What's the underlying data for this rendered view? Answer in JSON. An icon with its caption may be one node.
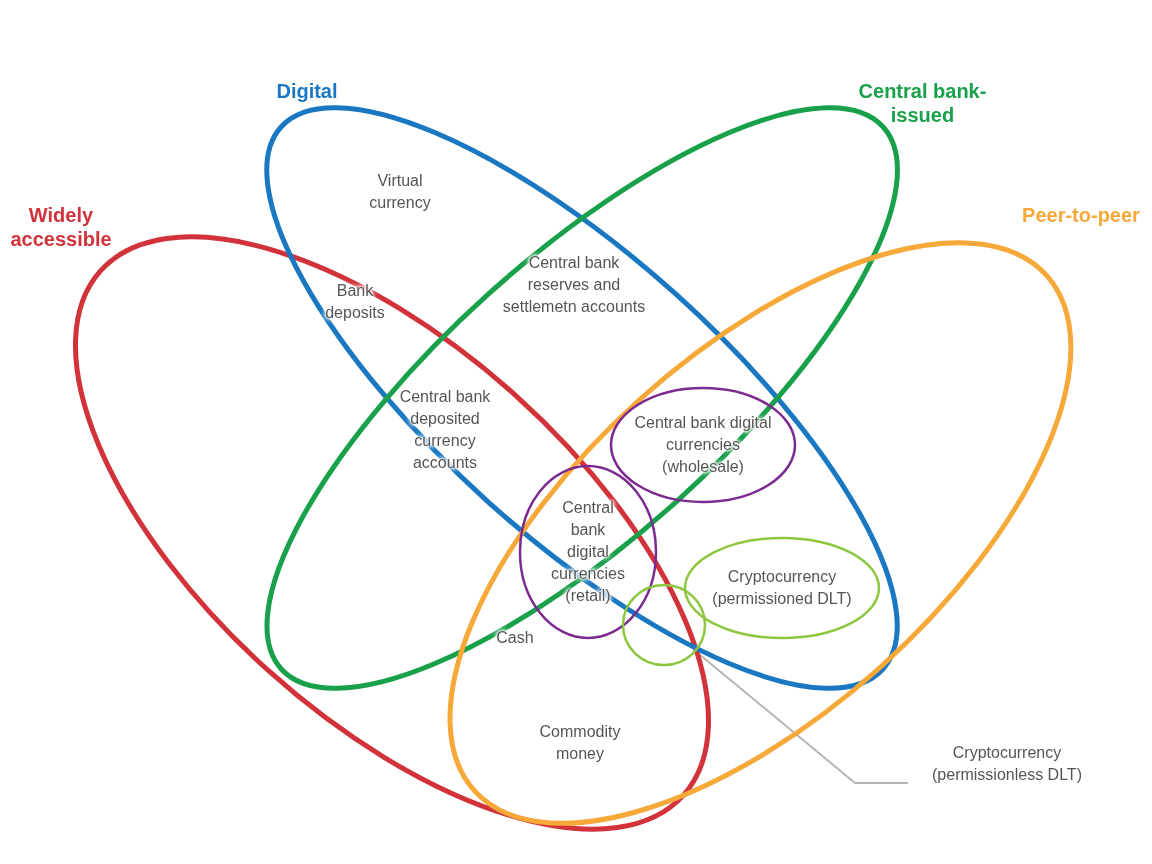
{
  "diagram": {
    "nodes": [
      {
        "text": [
          "Widely accessible"
        ]
      },
      {
        "text": [
          "Digital"
        ]
      },
      {
        "text": [
          "Central bank-issued"
        ]
      },
      {
        "text": [
          "Peer-to-peer"
        ]
      },
      {
        "text": [
          "Central bank digital currencies (wholesale)"
        ]
      },
      {
        "text": [
          "Central bank digital currencies (retail)"
        ]
      },
      {
        "text": [
          "Cryptocurrency (permissioned DLT)"
        ]
      },
      {
        "text": [],
        "shape": "circle"
      },
      {
        "text": [
          "Cryptocurrency (permissionless DLT)"
        ]
      }
    ],
    "edges": [
      {
        "from": 8,
        "to": 7,
        "arrow": "none"
      }
    ],
    "labels": [
      "Virtual currency",
      "Bank deposits",
      "Central bank reserves and settlemetn accounts",
      "Central bank deposited currency accounts",
      "Cash",
      "Commodity money"
    ]
  }
}
